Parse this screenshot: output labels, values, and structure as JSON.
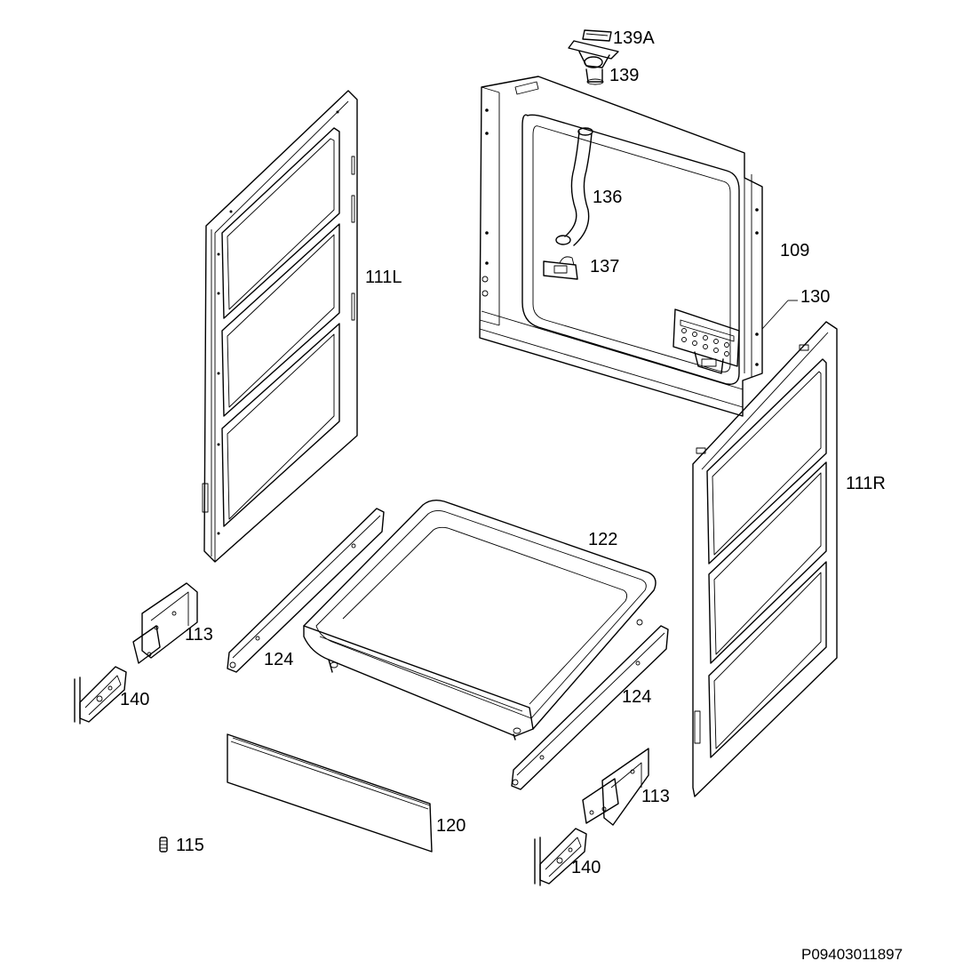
{
  "diagram": {
    "parts": [
      {
        "id": "139A",
        "label": "139A"
      },
      {
        "id": "139",
        "label": "139"
      },
      {
        "id": "136",
        "label": "136"
      },
      {
        "id": "137",
        "label": "137"
      },
      {
        "id": "109",
        "label": "109"
      },
      {
        "id": "130",
        "label": "130"
      },
      {
        "id": "111L",
        "label": "111L"
      },
      {
        "id": "111R",
        "label": "111R"
      },
      {
        "id": "122",
        "label": "122"
      },
      {
        "id": "124a",
        "label": "124"
      },
      {
        "id": "124b",
        "label": "124"
      },
      {
        "id": "113a",
        "label": "113"
      },
      {
        "id": "113b",
        "label": "113"
      },
      {
        "id": "140a",
        "label": "140"
      },
      {
        "id": "140b",
        "label": "140"
      },
      {
        "id": "120",
        "label": "120"
      },
      {
        "id": "115",
        "label": "115"
      }
    ],
    "document_code": "P09403011897"
  }
}
